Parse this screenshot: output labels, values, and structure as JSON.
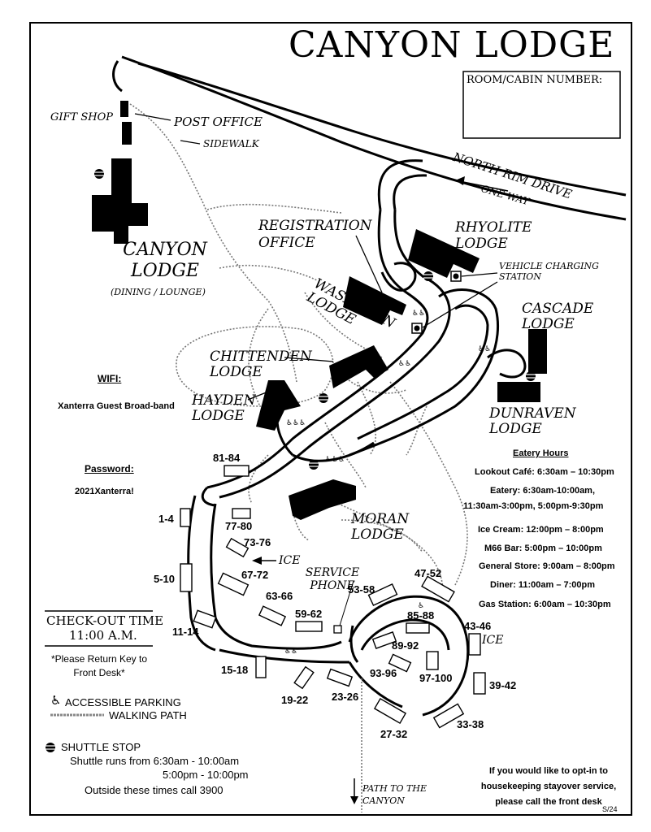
{
  "title": "CANYON LODGE",
  "room_box_label": "ROOM/CABIN NUMBER:",
  "roads": {
    "north_rim_drive": "NORTH RIM DRIVE",
    "one_way": "ONE WAY"
  },
  "buildings": {
    "gift_shop": "GIFT SHOP",
    "post_office": "POST OFFICE",
    "sidewalk": "SIDEWALK",
    "canyon_lodge": "CANYON LODGE",
    "canyon_lodge_sub": "(DINING / LOUNGE)",
    "registration_office": "REGISTRATION OFFICE",
    "rhyolite_lodge": "RHYOLITE LODGE",
    "vehicle_charging": "VEHICLE CHARGING STATION",
    "washburn_lodge": "WASHBURN LODGE",
    "cascade_lodge": "CASCADE LODGE",
    "chittenden_lodge": "CHITTENDEN LODGE",
    "hayden_lodge": "HAYDEN LODGE",
    "dunraven_lodge": "DUNRAVEN LODGE",
    "moran_lodge": "MORAN LODGE",
    "ice": "ICE",
    "service_phone": "SERVICE PHONE",
    "path_to_canyon": "PATH TO THE CANYON"
  },
  "cabins": [
    "81-84",
    "77-80",
    "1-4",
    "73-76",
    "5-10",
    "67-72",
    "63-66",
    "59-62",
    "53-58",
    "47-52",
    "85-88",
    "11-14",
    "89-92",
    "15-18",
    "93-96",
    "97-100",
    "43-46",
    "39-42",
    "19-22",
    "23-26",
    "27-32",
    "33-38"
  ],
  "wifi": {
    "heading": "WIFI:",
    "network": "Xanterra Guest Broad-band",
    "password_heading": "Password:",
    "password": "2021Xanterra!"
  },
  "eatery": {
    "heading": "Eatery Hours",
    "lines": [
      "Lookout Café: 6:30am – 10:30pm",
      "Eatery: 6:30am-10:00am,",
      "11:30am-3:00pm, 5:00pm-9:30pm",
      "Ice Cream: 12:00pm – 8:00pm",
      "M66 Bar: 5:00pm – 10:00pm",
      "General Store: 9:00am – 8:00pm",
      "Diner: 11:00am – 7:00pm",
      "Gas Station: 6:00am – 10:30pm"
    ]
  },
  "checkout": {
    "heading": "CHECK-OUT TIME",
    "time": "11:00 A.M.",
    "note": "*Please Return Key to Front Desk*"
  },
  "legend": {
    "accessible": "ACCESSIBLE PARKING",
    "walking_path": "WALKING PATH",
    "shuttle_stop": "SHUTTLE STOP",
    "shuttle_hours_1": "Shuttle runs from 6:30am - 10:00am",
    "shuttle_hours_2": "5:00pm - 10:00pm",
    "shuttle_outside": "Outside these times call 3900"
  },
  "housekeeping": "If you would like to opt-in to housekeeping stayover service, please call the front desk",
  "version": "S/24"
}
